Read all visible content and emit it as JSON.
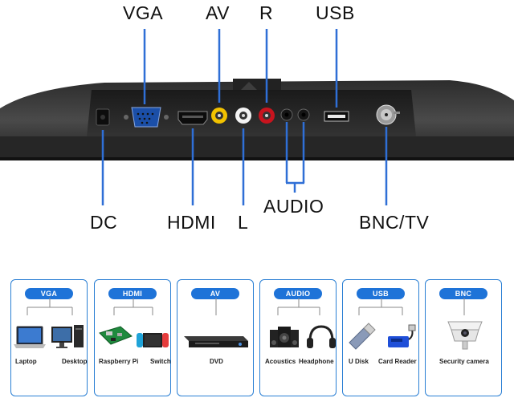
{
  "top_labels": {
    "vga": "VGA",
    "av": "AV",
    "r": "R",
    "usb": "USB",
    "dc": "DC",
    "hdmi": "HDMI",
    "l": "L",
    "audio": "AUDIO",
    "bnc_tv": "BNC/TV"
  },
  "cards": [
    {
      "title": "VGA",
      "devices": [
        "Laptop",
        "Desktop"
      ]
    },
    {
      "title": "HDMI",
      "devices": [
        "Raspberry Pi",
        "Switch"
      ]
    },
    {
      "title": "AV",
      "devices": [
        "DVD"
      ]
    },
    {
      "title": "AUDIO",
      "devices": [
        "Acoustics",
        "Headphone"
      ]
    },
    {
      "title": "USB",
      "devices": [
        "U Disk",
        "Card Reader"
      ]
    },
    {
      "title": "BNC",
      "devices": [
        "Security camera"
      ]
    }
  ],
  "colors": {
    "accent": "#1e73d8",
    "card_border": "#2a7fd4",
    "rca_yellow": "#f2c200",
    "rca_red": "#c8141e",
    "rca_white": "#f4f4f4",
    "panel": "#3a3a3a"
  }
}
